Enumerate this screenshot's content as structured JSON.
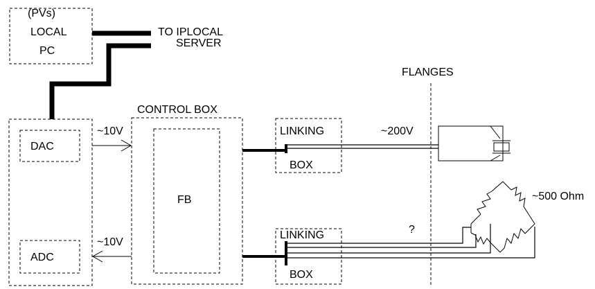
{
  "labels": {
    "pvs": "(PVs)",
    "local": "LOCAL",
    "pc": "PC",
    "to_iplocal": "TO IPLOCAL",
    "server": "SERVER",
    "flanges": "FLANGES",
    "control_box": "CONTROL  BOX",
    "dac": "DAC",
    "adc": "ADC",
    "fb": "FB",
    "dac_voltage": "~10V",
    "adc_voltage": "~10V",
    "linking_top": "LINKING",
    "box_top": "BOX",
    "linking_bottom": "LINKING",
    "box_bottom": "BOX",
    "hv": "~200V",
    "resistance": "~500 Ohm",
    "unknown": "?"
  }
}
